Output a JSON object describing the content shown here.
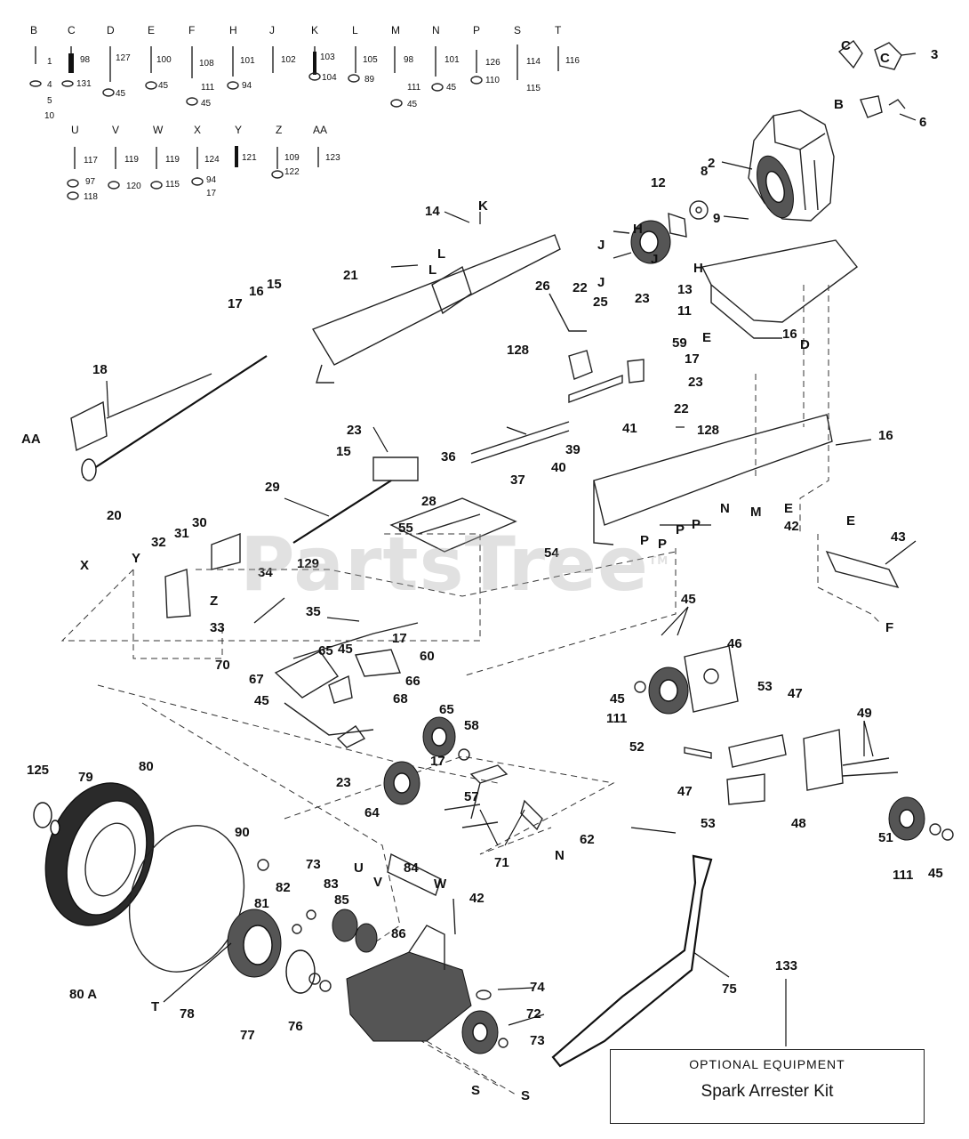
{
  "watermark": "PartsTree",
  "trademark": "TM",
  "optional_box": {
    "title": "OPTIONAL EQUIPMENT",
    "item": "Spark Arrester Kit"
  },
  "hardware_key": {
    "row1_letters": [
      "B",
      "C",
      "D",
      "E",
      "F",
      "H",
      "J",
      "K",
      "L",
      "M",
      "N",
      "P",
      "S",
      "T"
    ],
    "row1_numbers": [
      "1",
      "4",
      "5",
      "10",
      "98",
      "131",
      "127",
      "45",
      "100",
      "45",
      "108",
      "111",
      "45",
      "101",
      "94",
      "102",
      "103",
      "104",
      "105",
      "89",
      "98",
      "111",
      "45",
      "101",
      "45",
      "126",
      "110",
      "114",
      "115",
      "116"
    ],
    "row2_letters": [
      "U",
      "V",
      "W",
      "X",
      "Y",
      "Z",
      "AA"
    ],
    "row2_numbers": [
      "117",
      "97",
      "118",
      "119",
      "120",
      "119",
      "115",
      "124",
      "94",
      "17",
      "121",
      "109",
      "122",
      "123"
    ]
  },
  "callouts": [
    "2",
    "3",
    "6",
    "8",
    "9",
    "11",
    "12",
    "13",
    "14",
    "15",
    "16",
    "17",
    "18",
    "20",
    "21",
    "22",
    "23",
    "25",
    "26",
    "28",
    "29",
    "30",
    "31",
    "32",
    "33",
    "34",
    "35",
    "36",
    "37",
    "39",
    "40",
    "41",
    "42",
    "43",
    "45",
    "46",
    "47",
    "48",
    "49",
    "51",
    "52",
    "53",
    "54",
    "55",
    "57",
    "58",
    "59",
    "60",
    "62",
    "64",
    "65",
    "66",
    "67",
    "68",
    "70",
    "71",
    "72",
    "73",
    "74",
    "75",
    "76",
    "77",
    "78",
    "79",
    "80",
    "80 A",
    "81",
    "82",
    "83",
    "84",
    "85",
    "86",
    "90",
    "111",
    "125",
    "128",
    "129",
    "133"
  ],
  "ref_letters": [
    "AA",
    "B",
    "C",
    "D",
    "E",
    "F",
    "H",
    "J",
    "K",
    "L",
    "M",
    "N",
    "P",
    "S",
    "T",
    "U",
    "V",
    "W",
    "X",
    "Y",
    "Z"
  ]
}
